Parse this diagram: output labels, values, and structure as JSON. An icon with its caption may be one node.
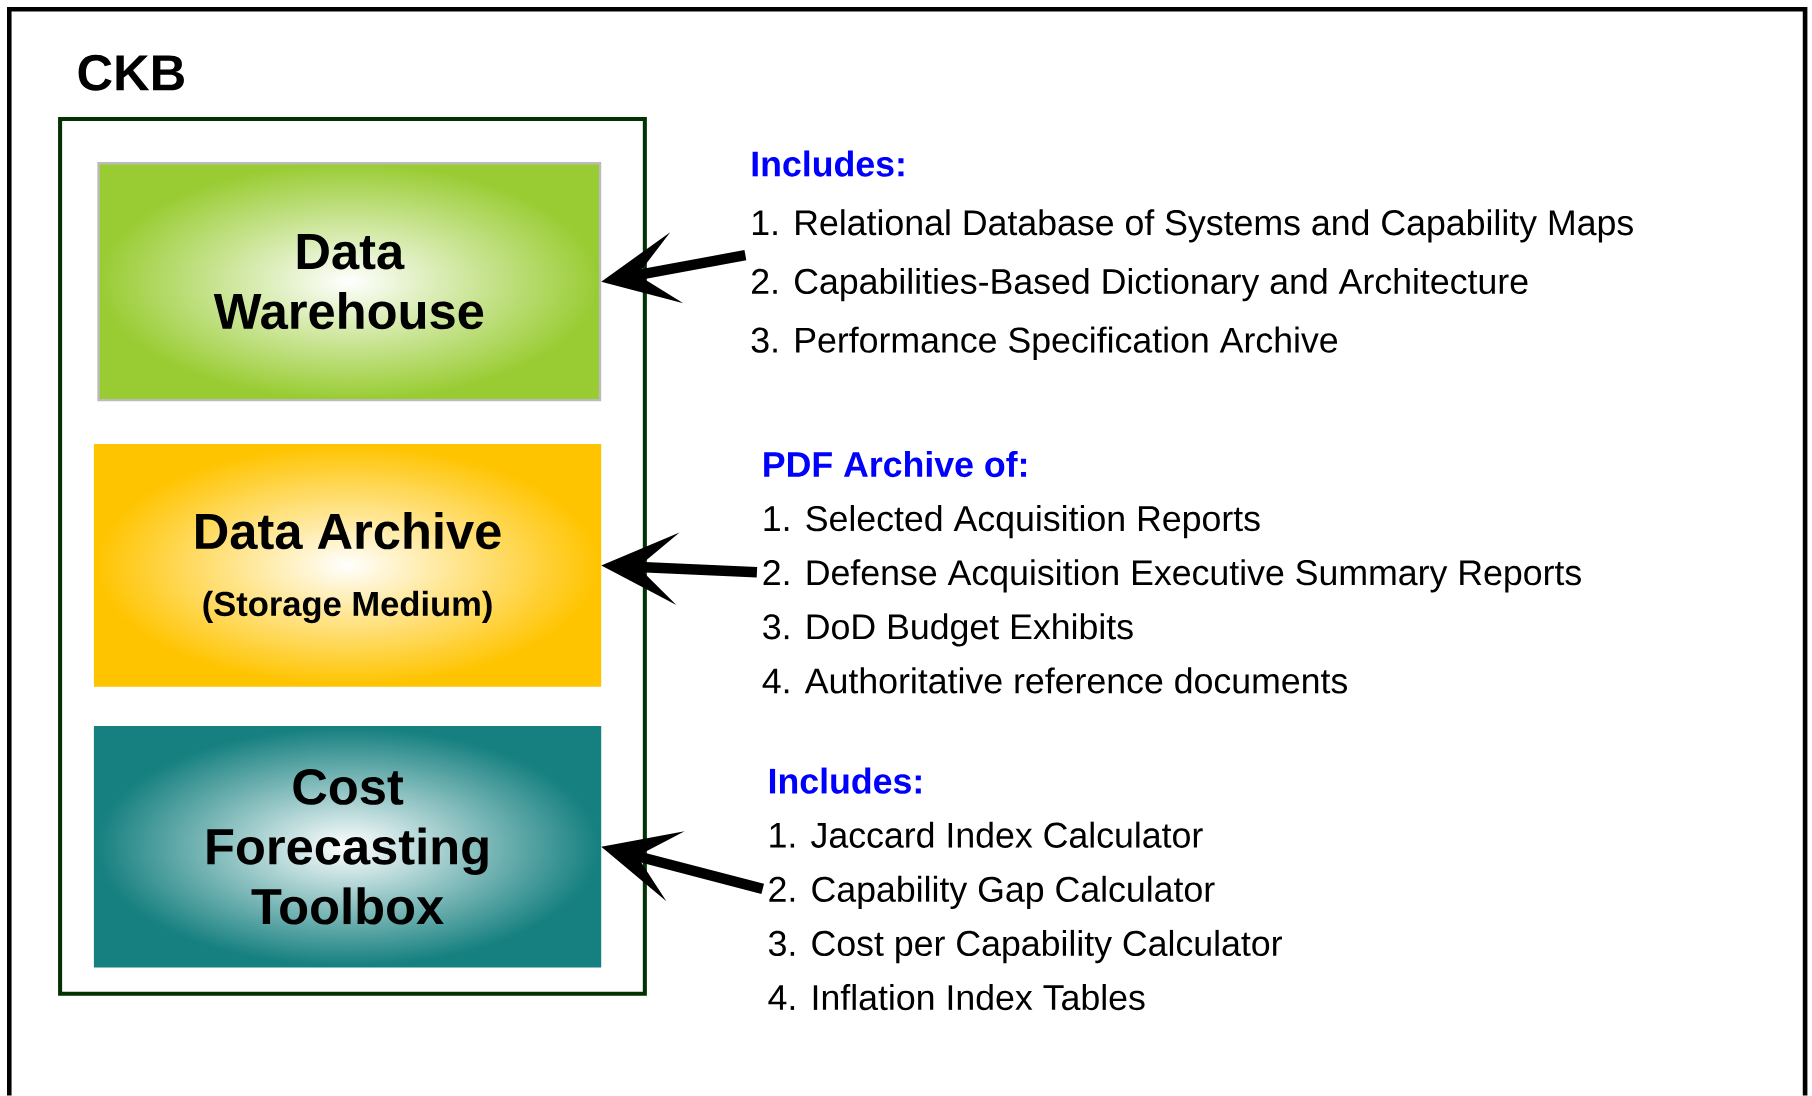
{
  "diagram": {
    "nodes": [
      {
        "text": [
          "CKB"
        ]
      },
      {
        "text": [
          "Data Warehouse"
        ],
        "in": 0
      },
      {
        "text": [
          "Data Archive",
          "(Storage Medium)"
        ],
        "in": 0
      },
      {
        "text": [
          "Cost Forecasting Toolbox"
        ],
        "in": 0
      },
      {
        "text": [
          "Includes:",
          "1. Relational Database of Systems and Capability Maps",
          "2. Capabilities-Based Dictionary and Architecture",
          "3. Performance Specification Archive"
        ]
      },
      {
        "text": [
          "PDF Archive of:",
          "1. Selected Acquisition Reports",
          "2. Defense Acquisition Executive Summary Reports",
          "3. DoD Budget Exhibits",
          "4. Authoritative reference documents"
        ]
      },
      {
        "text": [
          "Includes:",
          "1. Jaccard Index Calculator",
          "2. Capability Gap Calculator",
          "3. Cost per Capability Calculator",
          "4. Inflation Index Tables"
        ]
      }
    ],
    "edges": [
      {
        "from": 4,
        "to": 1,
        "arrow": "to"
      },
      {
        "from": 5,
        "to": 2,
        "arrow": "to"
      },
      {
        "from": 6,
        "to": 3,
        "arrow": "to"
      }
    ]
  }
}
